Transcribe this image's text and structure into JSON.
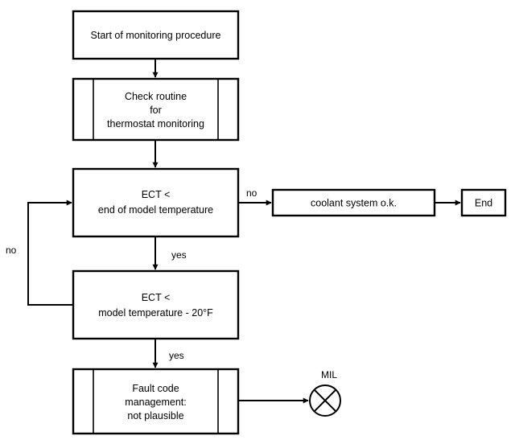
{
  "nodes": {
    "start": {
      "lines": [
        "Start of monitoring procedure"
      ]
    },
    "check_routine": {
      "lines": [
        "Check routine",
        "for",
        "thermostat monitoring"
      ]
    },
    "decision_end_model": {
      "lines": [
        "ECT <",
        "end of model temperature"
      ]
    },
    "coolant_ok": {
      "lines": [
        "coolant system o.k."
      ]
    },
    "end": {
      "lines": [
        "End"
      ]
    },
    "decision_model_minus": {
      "lines": [
        "ECT <",
        "model temperature - 20°F"
      ]
    },
    "fault_code": {
      "lines": [
        "Fault code",
        "management:",
        "not plausible"
      ]
    }
  },
  "edges": {
    "no_right": "no",
    "yes_down_1": "yes",
    "no_loop": "no",
    "yes_down_2": "yes"
  },
  "mil": {
    "label": "MIL",
    "icon": "indicator-lamp-icon"
  }
}
